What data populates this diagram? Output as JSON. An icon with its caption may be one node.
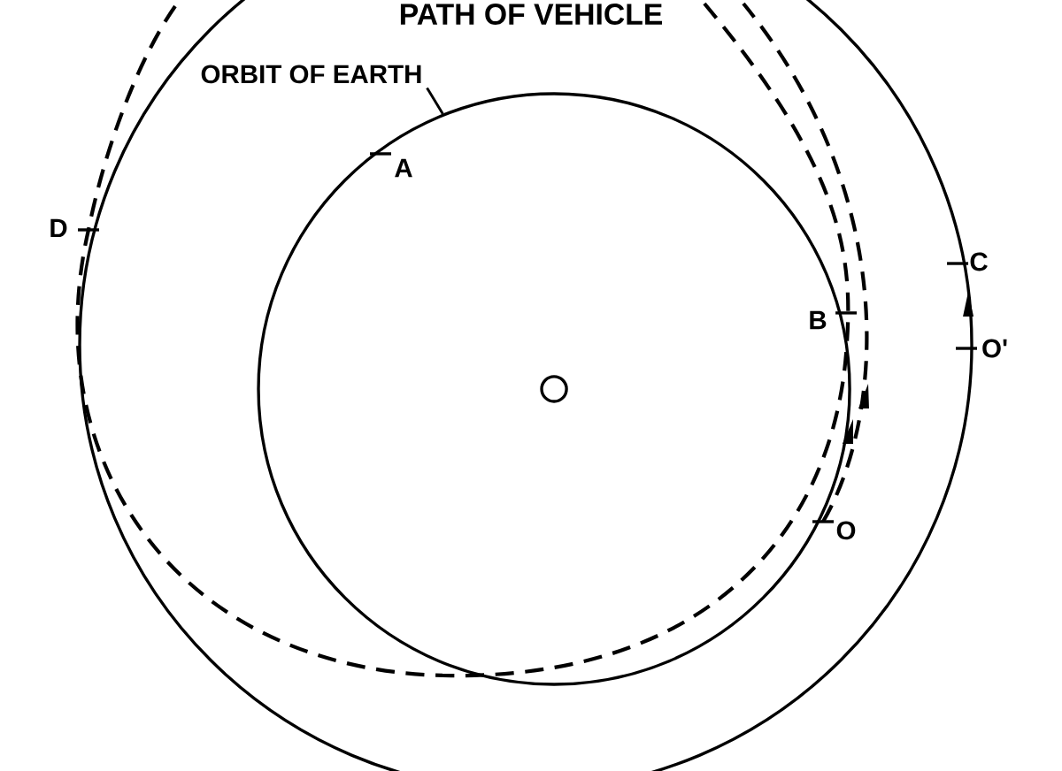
{
  "diagram": {
    "title": "PATH OF VEHICLE",
    "nodes": [
      {
        "text": [
          "ORBIT OF EARTH"
        ]
      },
      {
        "text": [],
        "shape": "circle"
      }
    ],
    "edges": [
      {
        "from": 0,
        "to": 1,
        "arrow": "none"
      }
    ],
    "labels": [
      "A",
      "D",
      "B",
      "C",
      "O'",
      "O"
    ]
  }
}
